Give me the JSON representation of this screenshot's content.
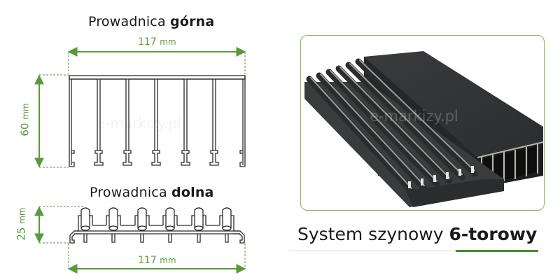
{
  "upper_rail": {
    "title_regular": "Prowadnica ",
    "title_bold": "górna",
    "width_value": "117",
    "width_unit": "mm",
    "height_value": "60",
    "height_unit": "mm",
    "track_count": 6
  },
  "lower_rail": {
    "title_regular": "Prowadnica ",
    "title_bold": "dolna",
    "width_value": "117",
    "width_unit": "mm",
    "height_value": "25",
    "height_unit": "mm",
    "track_count": 6
  },
  "photo": {
    "watermark": "e-markizy.pl",
    "description": "Black aluminium 6-track rail system: upper and lower profiles"
  },
  "drawing_watermark": "e-markizy.pl",
  "caption": {
    "regular": "System szynowy ",
    "bold": "6-torowy"
  },
  "colors": {
    "dimension_green": "#5a9a3c",
    "frame_green": "#7db85a",
    "accent_green": "#4a8f2e",
    "profile_stroke": "#2a2a2a",
    "text": "#1a1a1a"
  }
}
